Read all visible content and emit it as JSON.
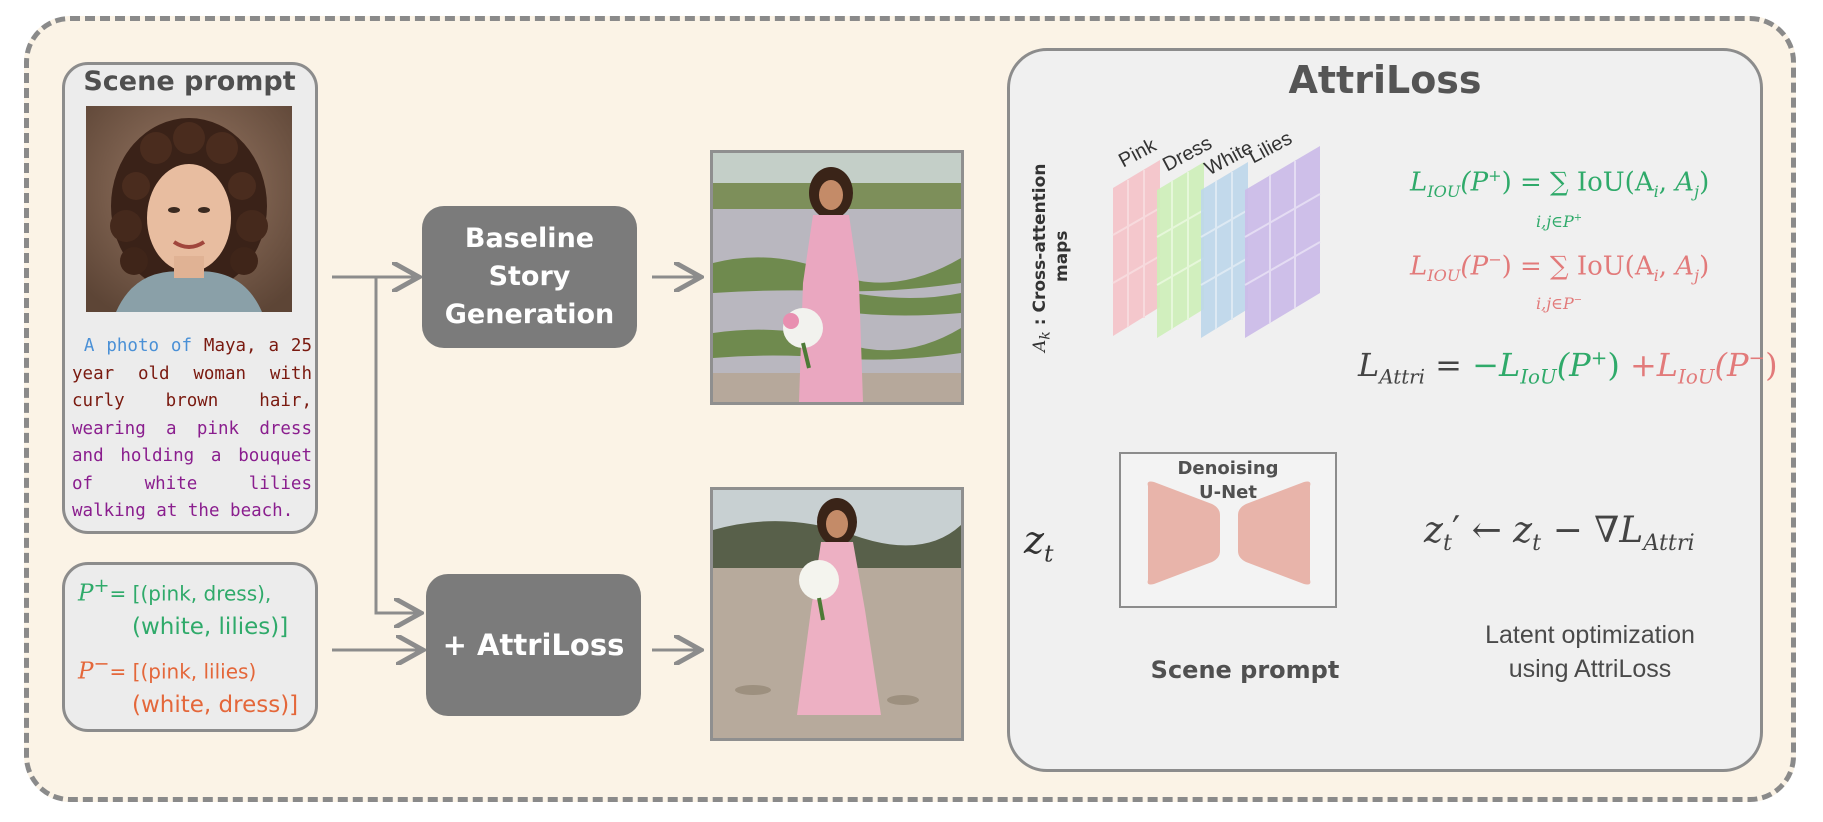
{
  "scene_prompt_panel": {
    "title": "Scene prompt",
    "prompt_part_blue": "A photo of",
    "prompt_part_brown": "Maya, a 25 year old woman with curly brown hair,",
    "prompt_part_purple": "wearing a pink dress and holding a bouquet of white lilies walking at the beach."
  },
  "pairs_panel": {
    "positive_symbol": "P",
    "positive_sup": "+",
    "positive_eq": "= [(pink, dress),",
    "positive_line2": "(white, lilies)]",
    "negative_symbol": "P",
    "negative_sup": "−",
    "negative_eq": "= [(pink, lilies)",
    "negative_line2": "(white, dress)]"
  },
  "boxes": {
    "baseline_line1": "Baseline",
    "baseline_line2": "Story",
    "baseline_line3": "Generation",
    "attriloss_button": "+ AttriLoss"
  },
  "attriloss_panel": {
    "title": "AttriLoss",
    "axis_label_symbol": "A",
    "axis_label_sub": "k",
    "axis_label_text": " : Cross-attention",
    "axis_label_text2": "maps",
    "map_labels": [
      "Pink",
      "Dress",
      "White",
      "Lilies"
    ],
    "unet_line1": "Denoising",
    "unet_line2": "U-Net",
    "scene_prompt": "Scene prompt",
    "zt": "z",
    "zt_sub": "t",
    "latent_line1": "Latent optimization",
    "latent_line2": "using AttriLoss"
  },
  "equations": {
    "pos_lhs": "L",
    "pos_lhs_sub": "IOU",
    "pos_arg": "(P",
    "pos_arg_sup": "+",
    "pos_rhs": ") = ∑ IoU(A",
    "pos_sum_sub": "i,j∈P",
    "pos_sum_sup": "+",
    "neg_lhs": "L",
    "neg_lhs_sub": "IOU",
    "neg_arg": "(P",
    "neg_arg_sup": "−",
    "neg_rhs": ") = ∑ IoU(A",
    "neg_sum_sub": "i,j∈P",
    "neg_sum_sup": "−",
    "attri_lhs": "L",
    "attri_lhs_sub": "Attri",
    "attri_eq": " = ",
    "attri_pos": "−L",
    "attri_pos_sub": "IoU",
    "attri_pos_arg": "(P",
    "attri_pos_sup": "+",
    "attri_neg": " +L",
    "attri_neg_sub": "IoU",
    "attri_neg_arg": "(P",
    "attri_neg_sup": "−",
    "update_lhs": "z",
    "update_lhs_sub": "t",
    "update_prime": "′",
    "update_rhs": " ← z",
    "update_rhs_sub": "t",
    "update_tail": " − ∇L",
    "update_tail_sub": "Attri"
  },
  "colors": {
    "green": "#2faa6a",
    "red": "#e27a7a",
    "orange": "#e4673a",
    "map_pink": "#f4c2c8",
    "map_green": "#cdeeb8",
    "map_blue": "#bcd6ea",
    "map_purple": "#cbbce8"
  }
}
